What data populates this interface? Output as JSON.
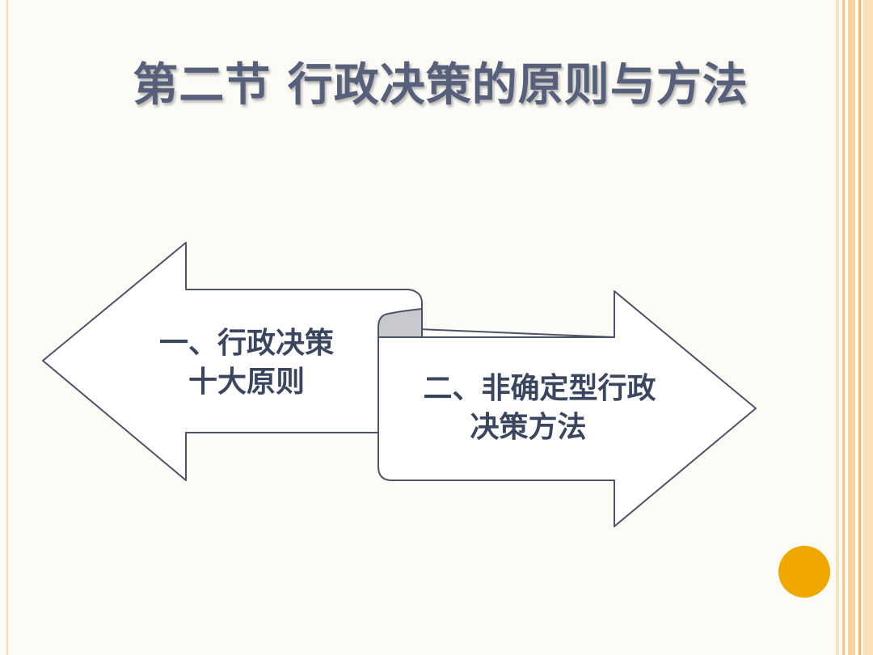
{
  "slide": {
    "title": "第二节 行政决策的原则与方法"
  },
  "diagram": {
    "left_arrow": {
      "line1": "一、行政决策",
      "line2": "十大原则"
    },
    "right_arrow": {
      "line1": "二、非确定型行政",
      "line2": "决策方法"
    }
  },
  "colors": {
    "background": "#fdfbf6",
    "title": "#56607a",
    "arrow_stroke": "#4a5368",
    "arrow_fill": "#ffffff",
    "scroll_curl": "#c8c9cc",
    "accent_dot": "#f0a800",
    "stripe": "#f5c98a"
  }
}
